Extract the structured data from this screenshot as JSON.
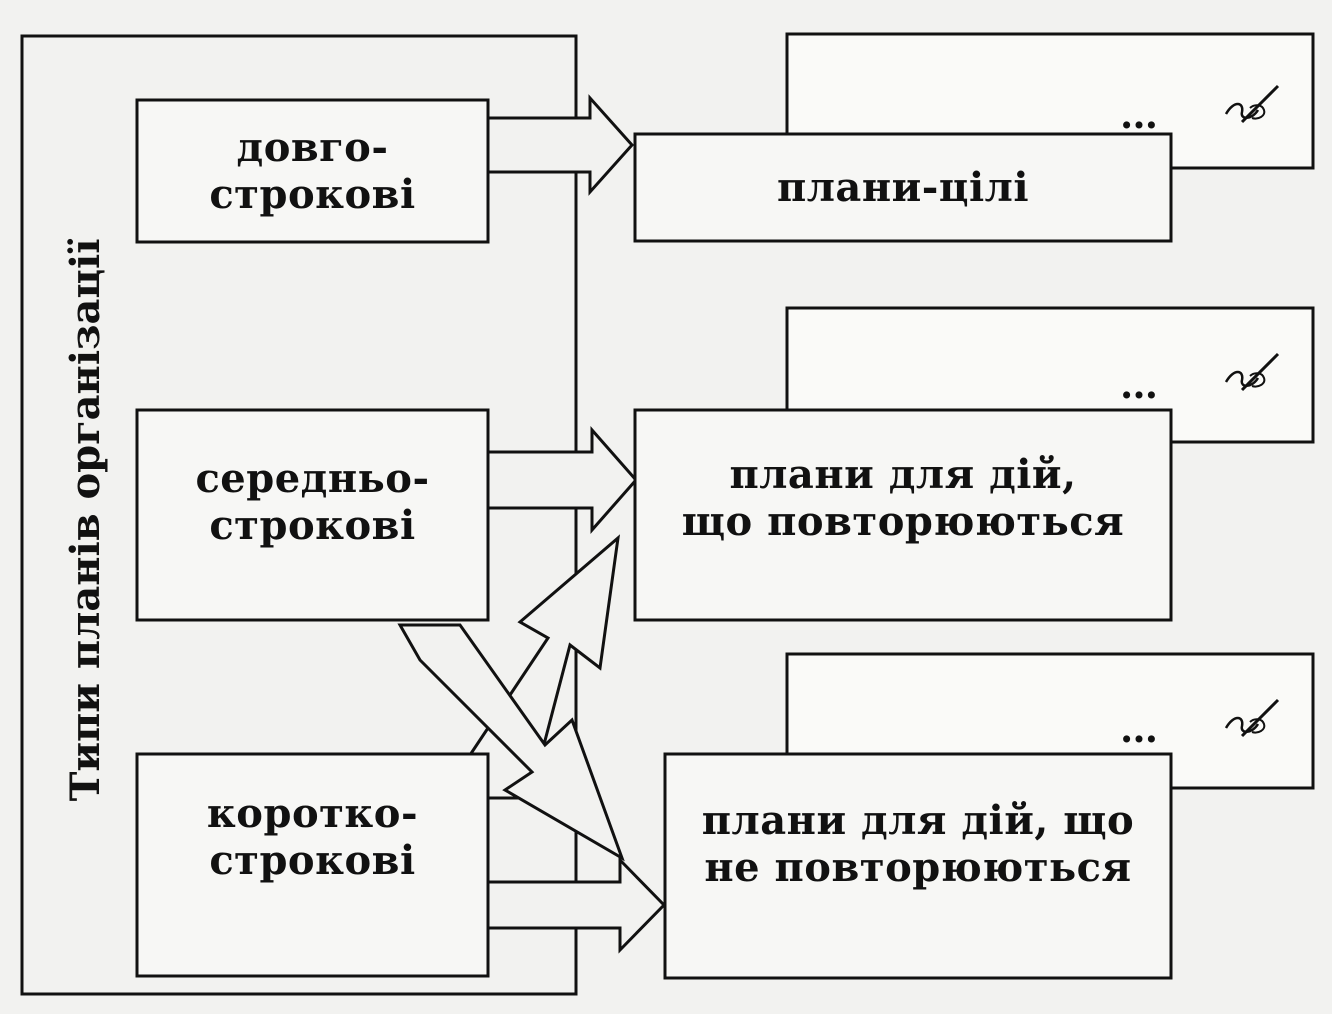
{
  "diagram": {
    "title": "Типи планів організації",
    "plan_terms": [
      {
        "line1": "довго-",
        "line2": "строкові"
      },
      {
        "line1": "середньо-",
        "line2": "строкові"
      },
      {
        "line1": "коротко-",
        "line2": "строкові"
      }
    ],
    "plan_kinds": [
      {
        "line1": "плани-цілі",
        "line2": ""
      },
      {
        "line1": "плани для дій,",
        "line2": "що повторюються"
      },
      {
        "line1": "плани для дій, що",
        "line2": "не повторюються"
      }
    ],
    "note_cards": [
      {
        "text": "…",
        "icon": "pen-writing-icon"
      },
      {
        "text": "…",
        "icon": "pen-writing-icon"
      },
      {
        "text": "…",
        "icon": "pen-writing-icon"
      }
    ]
  }
}
